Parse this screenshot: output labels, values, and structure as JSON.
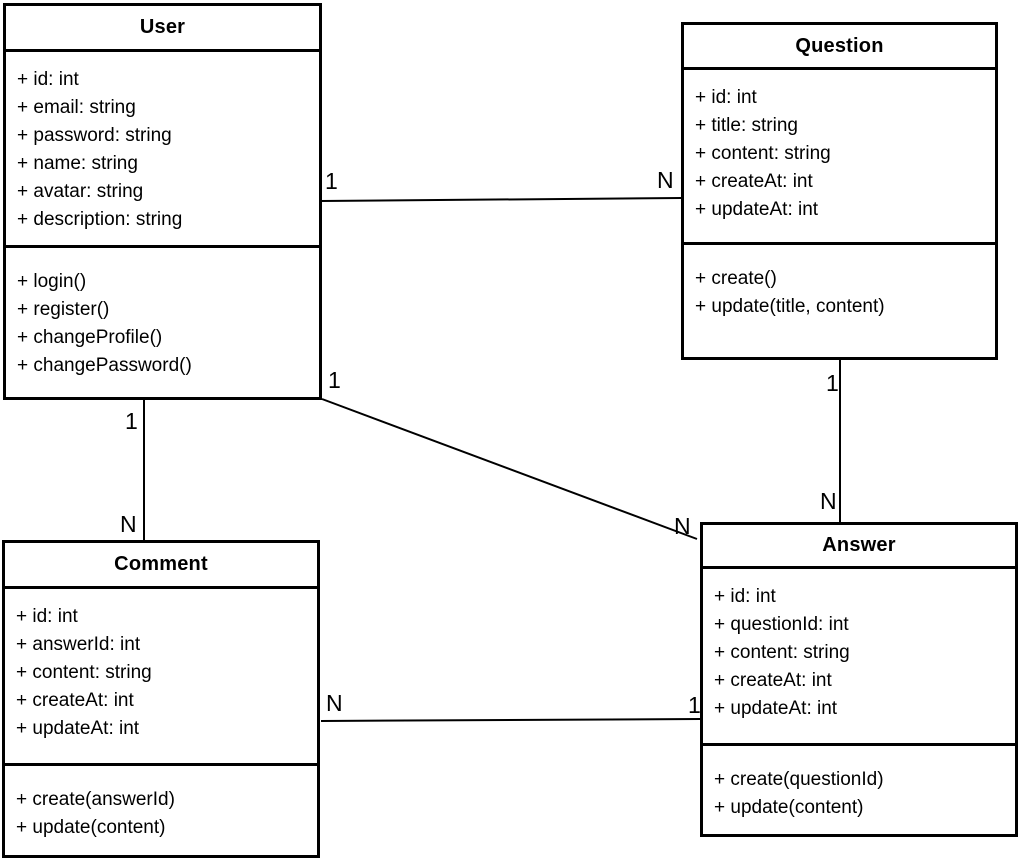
{
  "diagram": {
    "type": "uml-class-diagram",
    "colors": {
      "background": "#ffffff",
      "box_fill": "#ffffff",
      "border": "#000000",
      "line": "#000000",
      "text": "#000000"
    },
    "classes": {
      "user": {
        "name": "User",
        "attributes": [
          "+ id: int",
          "+ email: string",
          "+ password: string",
          "+ name: string",
          "+ avatar: string",
          "+ description: string"
        ],
        "methods": [
          "+ login()",
          "+ register()",
          "+ changeProfile()",
          "+ changePassword()"
        ]
      },
      "question": {
        "name": "Question",
        "attributes": [
          "+ id: int",
          "+ title: string",
          "+ content: string",
          "+ createAt: int",
          "+ updateAt: int"
        ],
        "methods": [
          "+ create()",
          "+ update(title, content)"
        ]
      },
      "comment": {
        "name": "Comment",
        "attributes": [
          "+ id: int",
          "+ answerId: int",
          "+ content: string",
          "+ createAt: int",
          "+ updateAt: int"
        ],
        "methods": [
          "+ create(answerId)",
          "+ update(content)"
        ]
      },
      "answer": {
        "name": "Answer",
        "attributes": [
          "+ id: int",
          "+ questionId: int",
          "+ content: string",
          "+ createAt: int",
          "+ updateAt: int"
        ],
        "methods": [
          "+ create(questionId)",
          "+ update(content)"
        ]
      }
    },
    "relations": {
      "user_question": {
        "from": "User",
        "to": "Question",
        "from_label": "1",
        "to_label": "N"
      },
      "user_comment": {
        "from": "User",
        "to": "Comment",
        "from_label": "1",
        "to_label": "N"
      },
      "user_answer": {
        "from": "User",
        "to": "Answer",
        "from_label": "1",
        "to_label": "N"
      },
      "question_answer": {
        "from": "Question",
        "to": "Answer",
        "from_label": "1",
        "to_label": "N"
      },
      "answer_comment": {
        "from": "Answer",
        "to": "Comment",
        "from_label": "1",
        "to_label": "N"
      }
    }
  }
}
